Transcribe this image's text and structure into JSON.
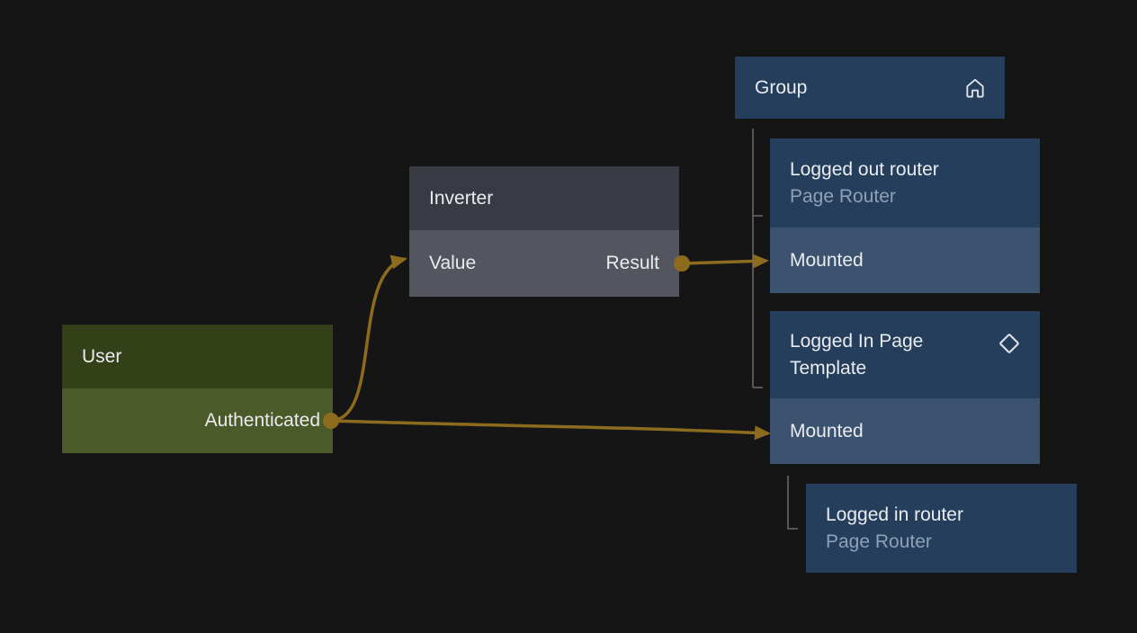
{
  "colors": {
    "canvas-bg": "#151515",
    "wire-color": "#8d6b1e",
    "tree-line-color": "#565656",
    "navy-header-bg": "#243e5b",
    "navy-row-bg": "#3b536e",
    "gray-header-bg": "#383b44",
    "gray-row-bg": "#53565f",
    "green-header-bg": "#344017",
    "green-row-bg": "#4c5929",
    "title-color": "#e9ecef",
    "subtitle-color": "#8fa1b6"
  },
  "nodes": {
    "group": {
      "title": "Group",
      "icon": "home-icon"
    },
    "logged_out_router": {
      "title": "Logged out router",
      "subtitle": "Page Router",
      "input": "Mounted"
    },
    "inverter": {
      "title": "Inverter",
      "input": "Value",
      "output": "Result"
    },
    "user": {
      "title": "User",
      "output": "Authenticated"
    },
    "logged_in_template": {
      "title": "Logged In Page Template",
      "icon": "diamond-icon",
      "input": "Mounted"
    },
    "logged_in_router": {
      "title": "Logged in router",
      "subtitle": "Page Router"
    }
  },
  "edges": [
    {
      "from": "User / Authenticated",
      "to": "Inverter / Value"
    },
    {
      "from": "User / Authenticated",
      "to": "Logged In Page Template / Mounted"
    },
    {
      "from": "Inverter / Result",
      "to": "Logged out router / Mounted"
    }
  ],
  "hierarchy": [
    {
      "parent": "Group",
      "children": [
        "Logged out router",
        "Logged In Page Template"
      ]
    },
    {
      "parent": "Logged In Page Template",
      "children": [
        "Logged in router"
      ]
    }
  ]
}
